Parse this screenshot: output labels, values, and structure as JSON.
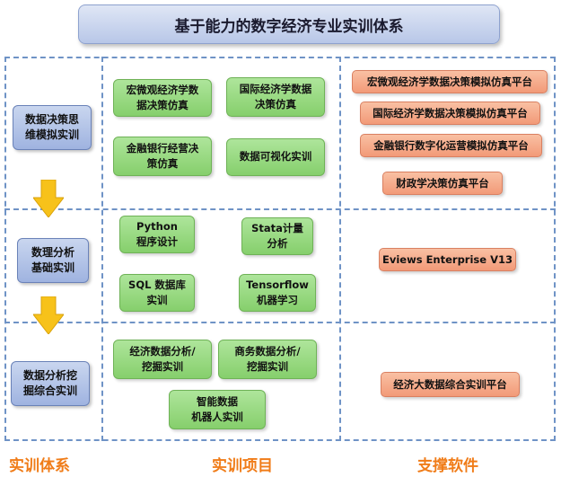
{
  "title": "基于能力的数字经济专业实训体系",
  "stages": [
    {
      "label": "数据决策思\n维模拟实训"
    },
    {
      "label": "数理分析\n基础实训"
    },
    {
      "label": "数据分析挖\n掘综合实训"
    }
  ],
  "projects": {
    "row1": [
      "宏微观经济学数\n据决策仿真",
      "国际经济学数据\n决策仿真",
      "金融银行经营决\n策仿真",
      "数据可视化实训"
    ],
    "row2": [
      "Python\n程序设计",
      "Stata计量\n分析",
      "SQL 数据库\n实训",
      "Tensorflow\n机器学习"
    ],
    "row3": [
      "经济数据分析/\n挖掘实训",
      "商务数据分析/\n挖掘实训",
      "智能数据\n机器人实训"
    ]
  },
  "software": {
    "row1": [
      "宏微观经济学数据决策模拟仿真平台",
      "国际经济学数据决策模拟仿真平台",
      "金融银行数字化运营模拟仿真平台",
      "财政学决策仿真平台"
    ],
    "row2": [
      "Eviews Enterprise V13"
    ],
    "row3": [
      "经济大数据综合实训平台"
    ]
  },
  "footer": {
    "col1": "实训体系",
    "col2": "实训项目",
    "col3": "支撑软件"
  },
  "colors": {
    "stage_fill": "#b1c3e8",
    "project_fill": "#98d983",
    "software_fill": "#f5ad8c",
    "arrow_fill": "#f7c21a",
    "footer_text": "#f07c18",
    "frame_dash": "#6f93c6"
  }
}
